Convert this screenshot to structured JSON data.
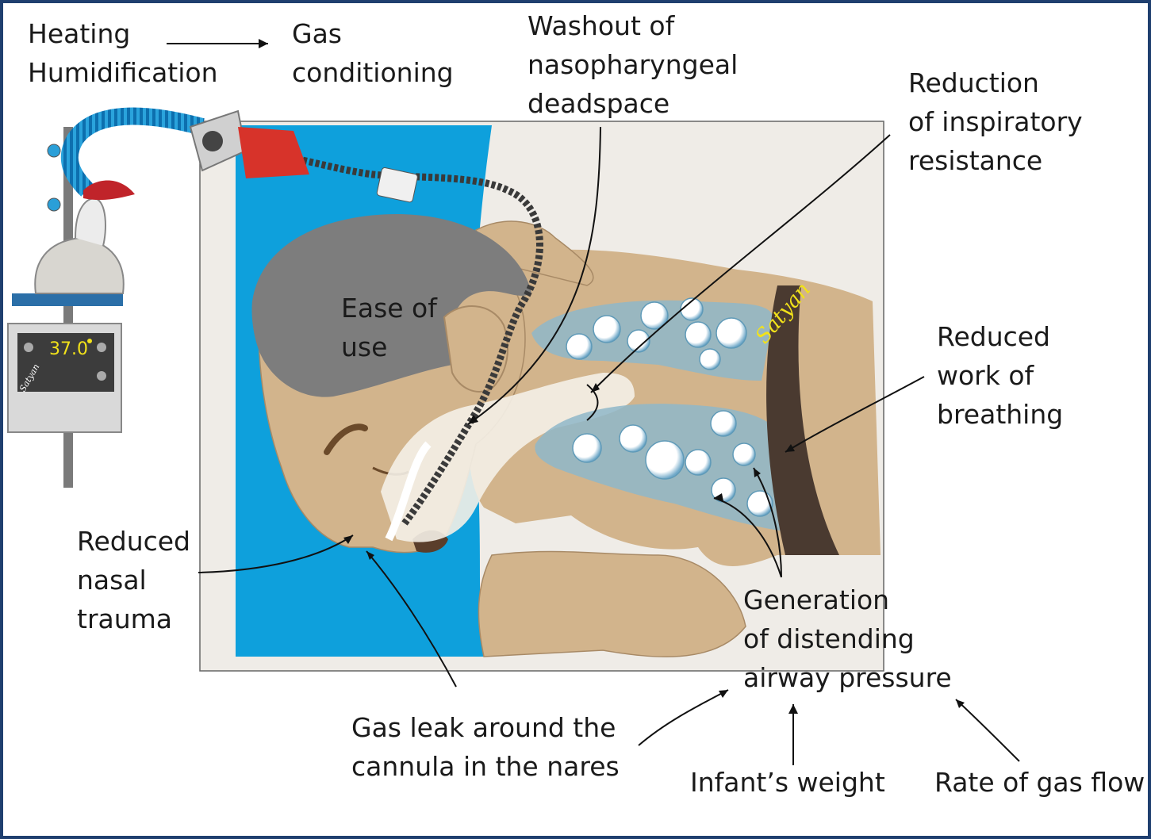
{
  "labels": {
    "heating": "Heating",
    "humidification": "Humidification",
    "gas_conditioning": [
      "Gas",
      "conditioning"
    ],
    "washout": [
      "Washout of",
      "nasopharyngeal",
      "deadspace"
    ],
    "reduction": [
      "Reduction",
      "of inspiratory",
      "resistance"
    ],
    "ease": [
      "Ease of",
      "use"
    ],
    "reduced_work": [
      "Reduced",
      "work of",
      "breathing"
    ],
    "reduced_nasal": [
      "Reduced",
      "nasal",
      "trauma"
    ],
    "generation": [
      "Generation",
      "of distending",
      "airway pressure"
    ],
    "gas_leak": [
      "Gas leak around the",
      "cannula in the nares"
    ],
    "infant_weight": "Infant’s weight",
    "rate_gas_flow": "Rate of gas flow"
  },
  "device": {
    "display_value": "37.0"
  },
  "signature": "Satyan",
  "colors": {
    "frame": "#1f3f6f",
    "background_blue": "#0ea0dc",
    "skin": "#d2b48c",
    "hair": "#7d7d7d",
    "lung": "#8fb7c9",
    "tubing_blue": "#2a9fd8",
    "connector_red": "#d7332a",
    "band_brown": "#4a3a30"
  }
}
